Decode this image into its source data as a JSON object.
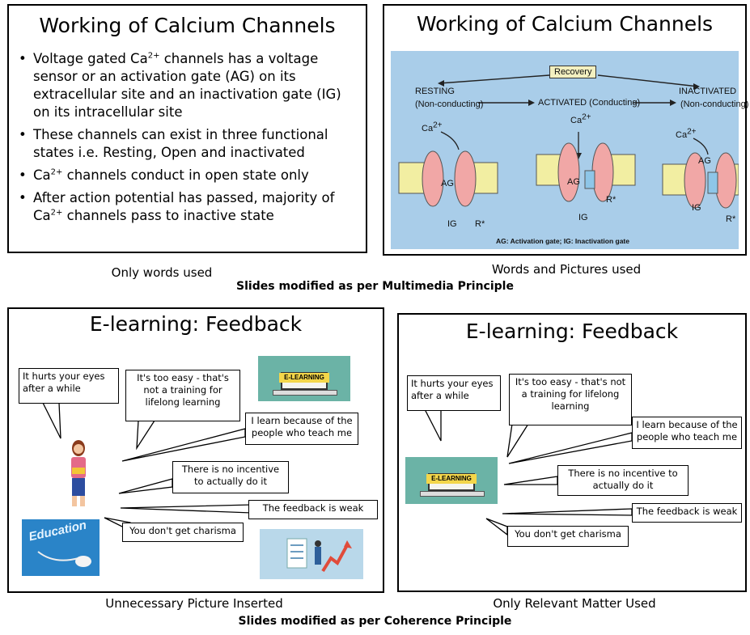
{
  "multimedia": {
    "slide_title": "Working of Calcium Channels",
    "bullets": [
      {
        "pre": "Voltage gated Ca",
        "sup": "2+",
        "post": " channels has a voltage sensor or an activation gate (AG) on its extracellular site and an inactivation gate (IG) on its intracellular site"
      },
      {
        "pre": "These channels can exist in three functional states i.e. Resting, Open and inactivated",
        "sup": "",
        "post": ""
      },
      {
        "pre": "Ca",
        "sup": "2+",
        "post": " channels conduct in open state only"
      },
      {
        "pre": "After action potential has passed, majority of Ca",
        "sup": "2+",
        "post": " channels pass to inactive state"
      }
    ],
    "diagram": {
      "recovery": "Recovery",
      "resting": "RESTING",
      "resting_sub": "(Non-conducting)",
      "activated": "ACTIVATED (Conducting)",
      "inactivated": "INACTIVATED",
      "inactivated_sub": "(Non-conducting)",
      "ca_label": "Ca",
      "ca_sup": "2+",
      "ag": "AG",
      "ig": "IG",
      "r": "R*",
      "legend": "AG: Activation gate; IG: Inactivation gate"
    },
    "caption_left": "Only words used",
    "caption_right": "Words and Pictures used",
    "section_caption": "Slides modified as per Multimedia Principle"
  },
  "coherence": {
    "slide_title": "E-learning: Feedback",
    "bubbles": {
      "eyes": "It hurts your eyes after a while",
      "easy": "It's too easy - that's not a training for lifelong learning",
      "learn": "I learn because of the people who teach me",
      "incentive": "There is no incentive to actually do it",
      "feedback": "The feedback is weak",
      "charisma": "You don't get charisma"
    },
    "elearning_sign": "E-LEARNING",
    "education_sign": "Education",
    "caption_left": "Unnecessary Picture Inserted",
    "caption_right": "Only Relevant Matter Used",
    "section_caption": "Slides modified as per Coherence Principle"
  }
}
